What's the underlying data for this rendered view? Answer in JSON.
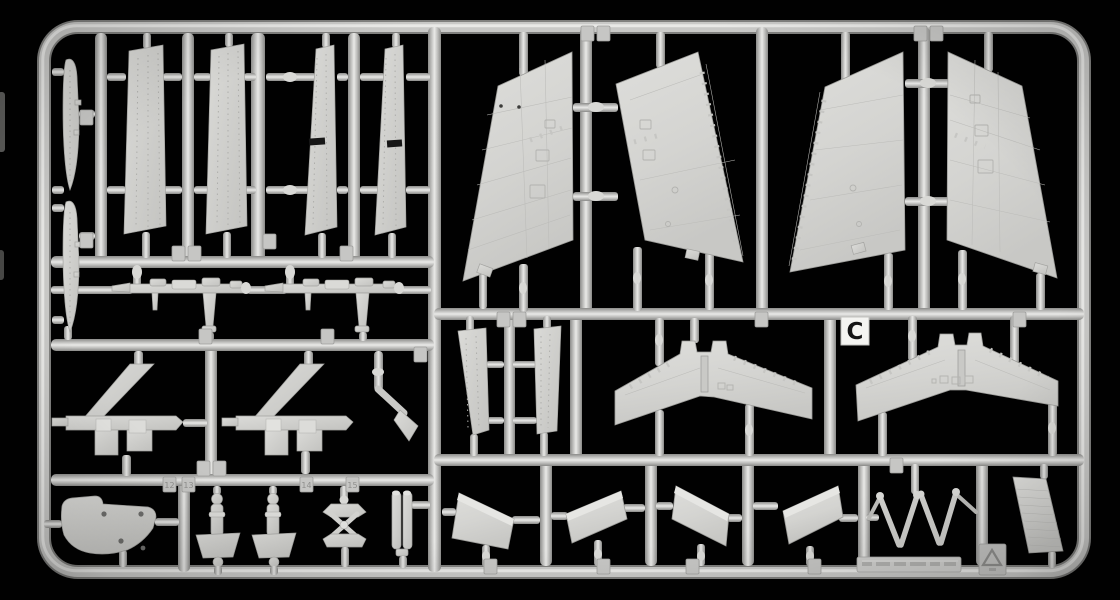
{
  "scene": {
    "description": "injection-molded model kit sprue photographed on a black background",
    "sprue_label": "C",
    "colors": {
      "background": "#000000",
      "plastic": "#cdcdca",
      "plastic_highlight": "#e9e9e7",
      "plastic_shadow": "#8a8a88",
      "label_tab_bg": "#f4f4f1",
      "label_tab_text": "#141414"
    }
  },
  "tags": {
    "numbers": [
      "12",
      "13",
      "14",
      "15"
    ]
  },
  "icons": [
    {
      "name": "recycling-icon"
    }
  ],
  "parts": [
    {
      "name": "pitot-blade",
      "count": 2
    },
    {
      "name": "tall-fin-panel",
      "count": 4
    },
    {
      "name": "main-gear-strut",
      "count": 2
    },
    {
      "name": "gear-bay-frame",
      "count": 2
    },
    {
      "name": "bent-probe",
      "count": 1
    },
    {
      "name": "curved-gear-door",
      "count": 1
    },
    {
      "name": "gear-leg-with-mudguard",
      "count": 2
    },
    {
      "name": "scissor-link",
      "count": 1
    },
    {
      "name": "twin-cylinder",
      "count": 1
    },
    {
      "name": "outer-wing-panel",
      "count": 4
    },
    {
      "name": "rudder-panel",
      "count": 2
    },
    {
      "name": "anhedral-tailplane",
      "count": 2
    },
    {
      "name": "flap-section",
      "count": 4
    },
    {
      "name": "v-brace",
      "count": 1
    },
    {
      "name": "ribbed-ramp-door",
      "count": 1
    }
  ]
}
